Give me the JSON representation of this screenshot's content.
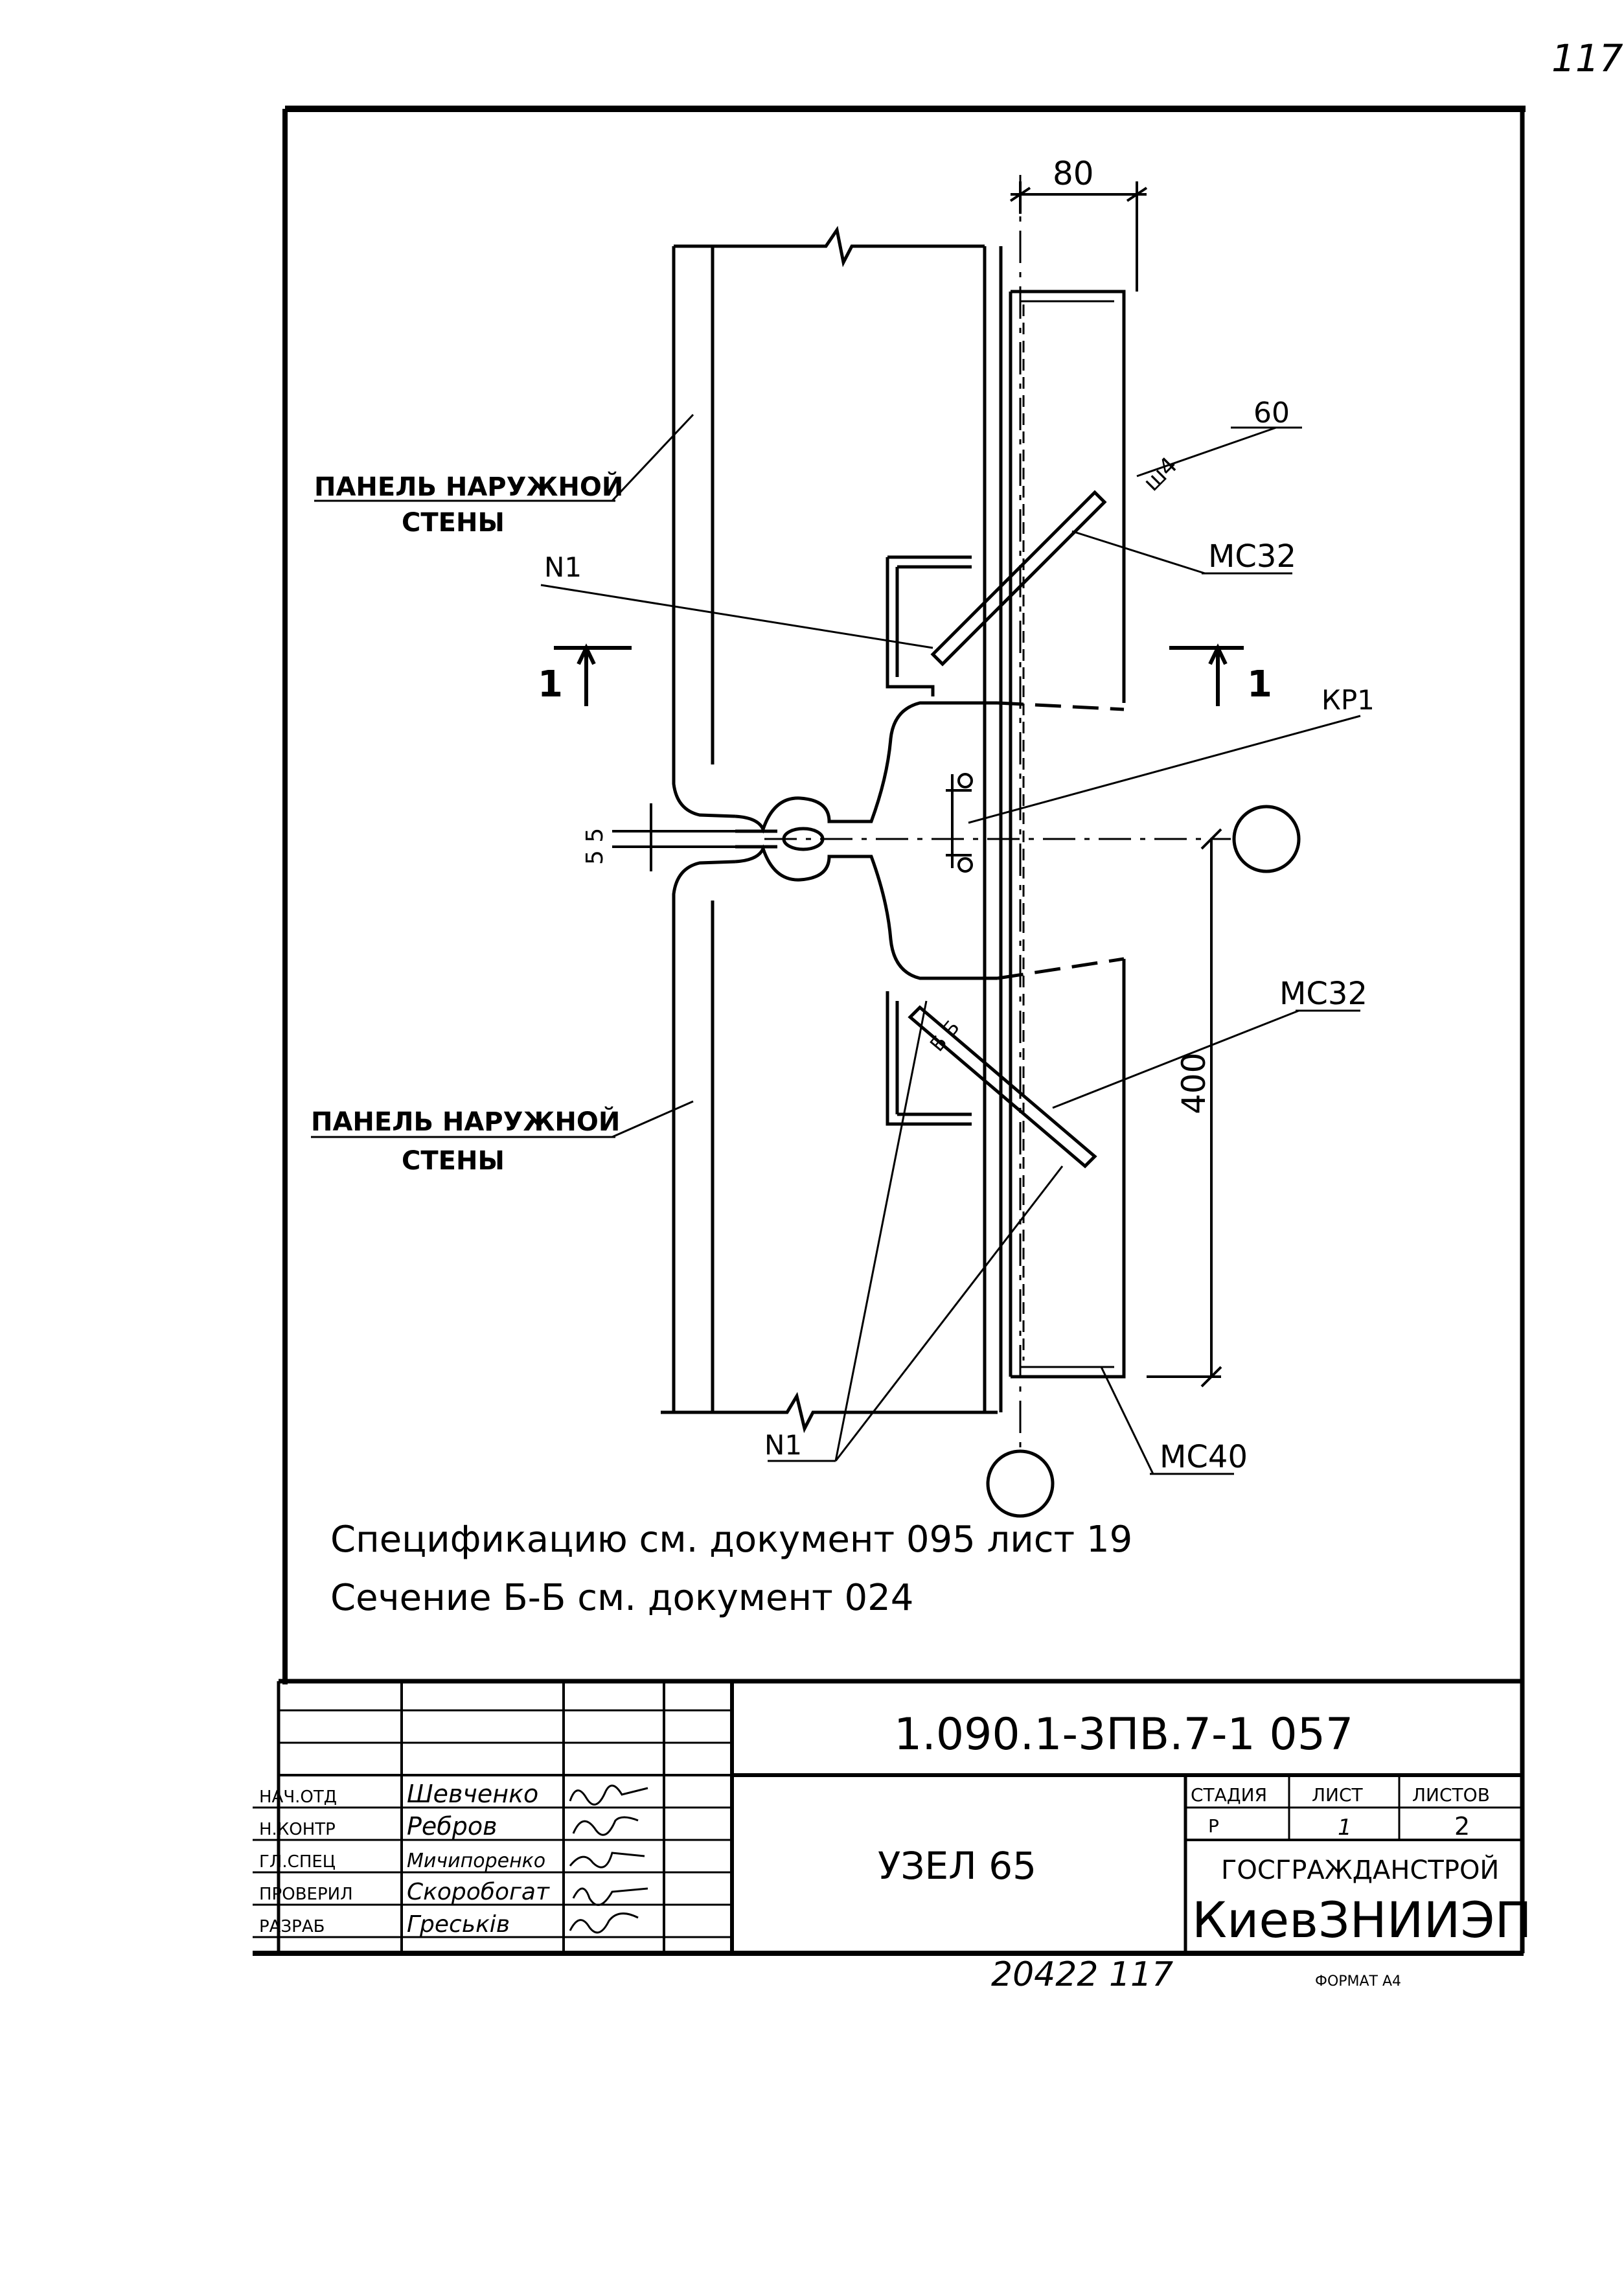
{
  "page_number": "117",
  "labels": {
    "panel_top_line1": "ПАНЕЛЬ НАРУЖНОЙ",
    "panel_top_line2": "СТЕНЫ",
    "panel_bottom_line1": "ПАНЕЛЬ НАРУЖНОЙ",
    "panel_bottom_line2": "СТЕНЫ",
    "n1_top": "N1",
    "n1_bottom": "N1",
    "kp1": "КР1",
    "mc32_top": "МС32",
    "mc32_bottom": "МС32",
    "mc40": "МС40",
    "dim_80": "80",
    "dim_400": "400",
    "dim_5_5": "5 5",
    "weld_label": "ш4",
    "weld_60": "60",
    "section_mark_left": "1",
    "section_mark_right": "1",
    "bb_mark": "Б Б"
  },
  "notes": {
    "line1": "Спецификацию см. документ 095   лист 19",
    "line2": "Сечение Б-Б  см. документ 024"
  },
  "title_block": {
    "designation": "1.090.1-3ПВ.7-1  057",
    "title": "УЗЕЛ 65",
    "stage_header": "СТАДИЯ",
    "sheet_header": "ЛИСТ",
    "sheets_header": "ЛИСТОВ",
    "stage_value": "Р",
    "sheet_value": "1",
    "sheets_value": "2",
    "org_line1": "ГОСГРАЖДАНСТРОЙ",
    "org_line2": "КиевЗНИИЭП",
    "roles": [
      {
        "role": "НАЧ.ОТД",
        "name": "Шевченко"
      },
      {
        "role": "Н.КОНТР",
        "name": "Ребров"
      },
      {
        "role": "ГЛ.СПЕЦ",
        "name": "Мичипоренко"
      },
      {
        "role": "ПРОВЕРИЛ",
        "name": "Скоробогат"
      },
      {
        "role": "РАЗРАБ",
        "name": "Греськів"
      }
    ]
  },
  "footer": {
    "archive_number": "20422   117",
    "format": "ФОРМАТ А4"
  }
}
